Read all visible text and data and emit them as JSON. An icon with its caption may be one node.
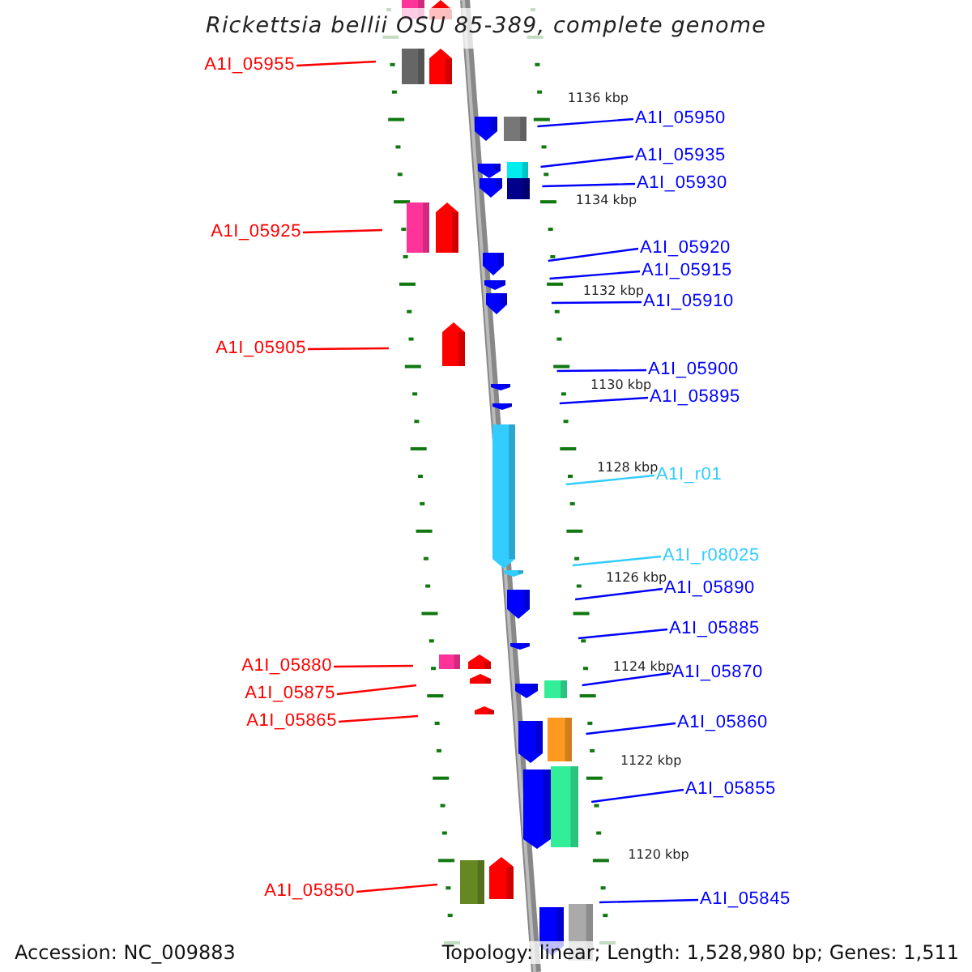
{
  "diagram": {
    "title": "Rickettsia bellii OSU 85-389, complete genome",
    "nodes": [
      {
        "text": [
          "A1I_05955"
        ]
      },
      {
        "text": [
          "A1I_05925"
        ]
      },
      {
        "text": [
          "A1I_05905"
        ]
      },
      {
        "text": [
          "A1I_05880"
        ]
      },
      {
        "text": [
          "A1I_05875"
        ]
      },
      {
        "text": [
          "A1I_05865"
        ]
      },
      {
        "text": [
          "A1I_05850"
        ]
      },
      {
        "text": [
          "A1I_05950"
        ]
      },
      {
        "text": [
          "A1I_05935"
        ]
      },
      {
        "text": [
          "A1I_05930"
        ]
      },
      {
        "text": [
          "A1I_05920"
        ]
      },
      {
        "text": [
          "A1I_05915"
        ]
      },
      {
        "text": [
          "A1I_05910"
        ]
      },
      {
        "text": [
          "A1I_05900"
        ]
      },
      {
        "text": [
          "A1I_05895"
        ]
      },
      {
        "text": [
          "A1I_r01"
        ]
      },
      {
        "text": [
          "A1I_r08025"
        ]
      },
      {
        "text": [
          "A1I_05890"
        ]
      },
      {
        "text": [
          "A1I_05885"
        ]
      },
      {
        "text": [
          "A1I_05870"
        ]
      },
      {
        "text": [
          "A1I_05860"
        ]
      },
      {
        "text": [
          "A1I_05855"
        ]
      },
      {
        "text": [
          "A1I_05845"
        ]
      }
    ],
    "edges": [
      {
        "from": 0,
        "to": null,
        "arrow": "none",
        "color": "#ff0000"
      },
      {
        "from": 1,
        "to": null,
        "arrow": "none",
        "color": "#ff0000"
      },
      {
        "from": 2,
        "to": null,
        "arrow": "none",
        "color": "#ff0000"
      },
      {
        "from": 3,
        "to": null,
        "arrow": "none",
        "color": "#ff0000"
      },
      {
        "from": 4,
        "to": null,
        "arrow": "none",
        "color": "#ff0000"
      },
      {
        "from": 5,
        "to": null,
        "arrow": "none",
        "color": "#ff0000"
      },
      {
        "from": 6,
        "to": null,
        "arrow": "none",
        "color": "#ff0000"
      },
      {
        "from": 7,
        "to": null,
        "arrow": "none"
      },
      {
        "from": 8,
        "to": null,
        "arrow": "none"
      },
      {
        "from": 9,
        "to": null,
        "arrow": "none"
      },
      {
        "from": 10,
        "to": null,
        "arrow": "none"
      },
      {
        "from": 11,
        "to": null,
        "arrow": "none"
      },
      {
        "from": 12,
        "to": null,
        "arrow": "none"
      },
      {
        "from": 13,
        "to": null,
        "arrow": "none"
      },
      {
        "from": 14,
        "to": null,
        "arrow": "none"
      },
      {
        "from": 15,
        "to": null,
        "arrow": "none",
        "color": "#33ccff"
      },
      {
        "from": 16,
        "to": null,
        "arrow": "none",
        "color": "#33ccff"
      },
      {
        "from": 17,
        "to": null,
        "arrow": "none"
      },
      {
        "from": 18,
        "to": null,
        "arrow": "none"
      },
      {
        "from": 19,
        "to": null,
        "arrow": "none"
      },
      {
        "from": 20,
        "to": null,
        "arrow": "none"
      },
      {
        "from": 21,
        "to": null,
        "arrow": "none"
      },
      {
        "from": 22,
        "to": null,
        "arrow": "none"
      }
    ],
    "labels": [
      "1136 kbp",
      "1134 kbp",
      "1132 kbp",
      "1130 kbp",
      "1128 kbp",
      "1126 kbp",
      "1124 kbp",
      "1122 kbp",
      "1120 kbp",
      "Accession: NC_009883",
      "Topology: linear; Length: 1,528,980 bp; Genes: 1,511"
    ]
  }
}
